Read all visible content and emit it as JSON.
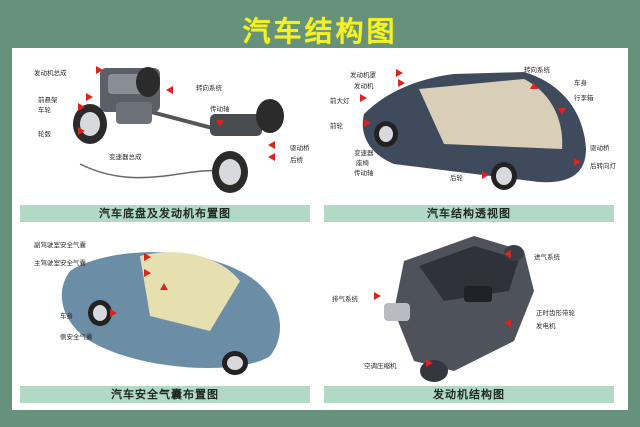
{
  "title": "汽车结构图",
  "colors": {
    "background": "#66927c",
    "title": "#f3f22a",
    "caption_bar": "#b2d9c6",
    "arrow": "#d8261f",
    "sheet": "#ffffff"
  },
  "panels": [
    {
      "caption": "汽车底盘及发动机布置图",
      "labels": [
        "发动机总成",
        "前悬架",
        "车轮",
        "轮毂",
        "转向系统",
        "传动轴",
        "变速器总成",
        "驱动桥",
        "后桥"
      ]
    },
    {
      "caption": "汽车结构透视图",
      "labels": [
        "发动机罩",
        "发动机",
        "前大灯",
        "前轮",
        "变速器",
        "座椅",
        "传动轴",
        "转向系统",
        "车身",
        "行李箱",
        "驱动桥",
        "后转向灯",
        "后轮"
      ]
    },
    {
      "caption": "汽车安全气囊布置图",
      "labels": [
        "副驾驶室安全气囊",
        "主驾驶室安全气囊",
        "车身",
        "侧安全气囊"
      ]
    },
    {
      "caption": "发动机结构图",
      "labels": [
        "进气系统",
        "排气系统",
        "正时齿形带轮",
        "发电机",
        "空调压缩机"
      ]
    }
  ]
}
